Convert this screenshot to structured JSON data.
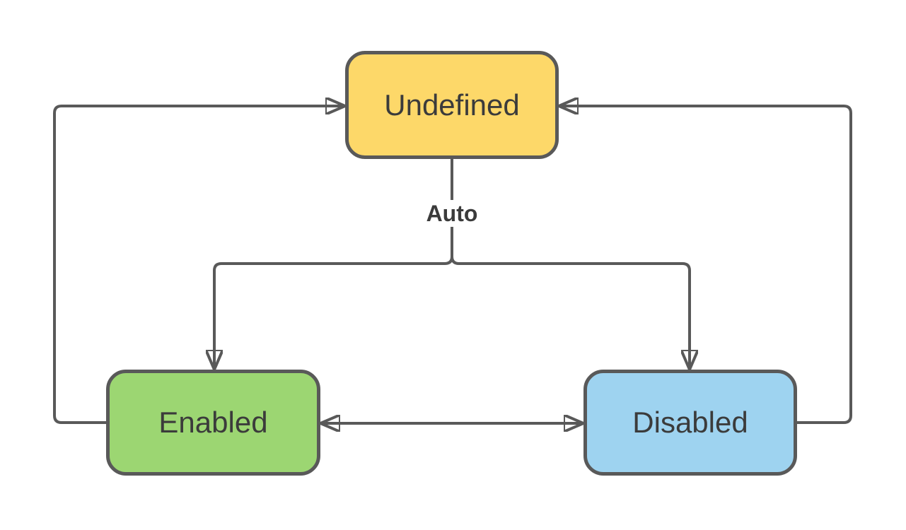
{
  "theme": {
    "line_color": "#595959",
    "node_border_color": "#595959",
    "text_color": "#3b3b3b",
    "background_color": "#ffffff"
  },
  "diagram": {
    "type": "state-diagram",
    "nodes": [
      {
        "id": "undefined",
        "label": "Undefined",
        "fill": "#fdd869"
      },
      {
        "id": "enabled",
        "label": "Enabled",
        "fill": "#9cd672"
      },
      {
        "id": "disabled",
        "label": "Disabled",
        "fill": "#9ed3f0"
      }
    ],
    "edges": [
      {
        "from": "enabled",
        "to": "undefined",
        "label": "",
        "direction": "one-way"
      },
      {
        "from": "disabled",
        "to": "undefined",
        "label": "",
        "direction": "one-way"
      },
      {
        "from": "undefined",
        "to": "enabled",
        "label": "Auto",
        "direction": "one-way"
      },
      {
        "from": "undefined",
        "to": "disabled",
        "label": "Auto",
        "direction": "one-way"
      },
      {
        "from": "enabled",
        "to": "disabled",
        "label": "",
        "direction": "two-way"
      }
    ]
  }
}
